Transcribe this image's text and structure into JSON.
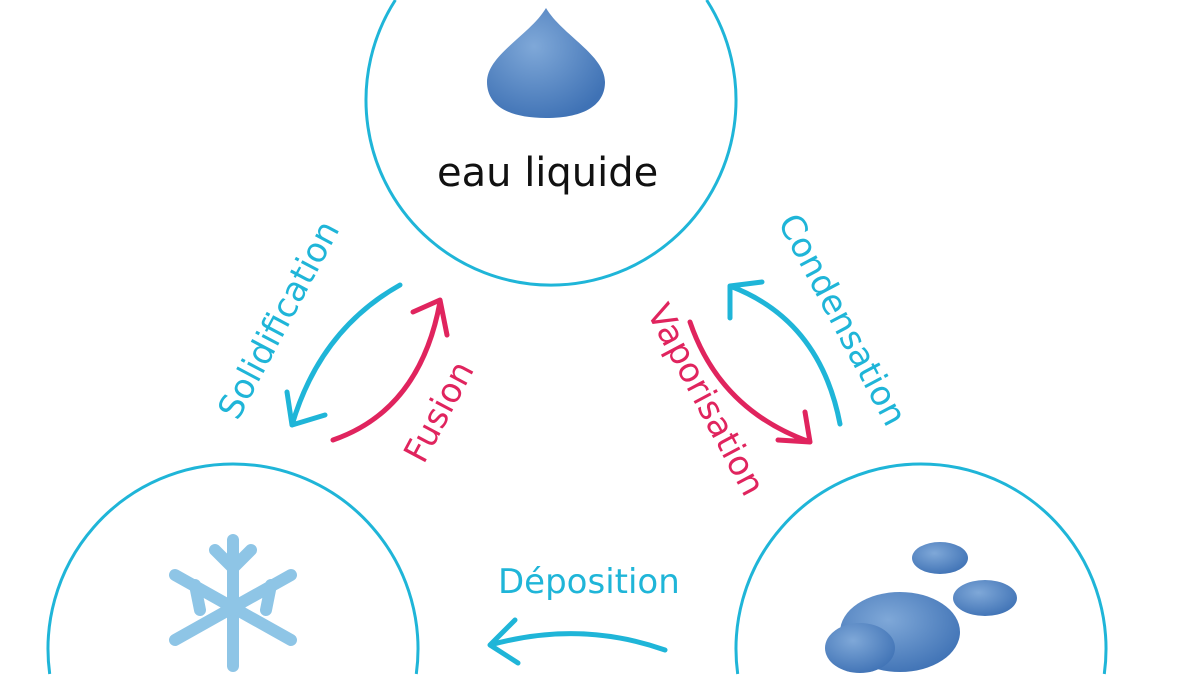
{
  "states": {
    "liquid": "eau liquide"
  },
  "transitions": {
    "solidification": "Solidification",
    "fusion": "Fusion",
    "vaporisation": "Vaporisation",
    "condensation": "Condensation",
    "deposition": "Déposition"
  },
  "colors": {
    "cyan": "#1fb5d8",
    "red": "#e0245e"
  }
}
